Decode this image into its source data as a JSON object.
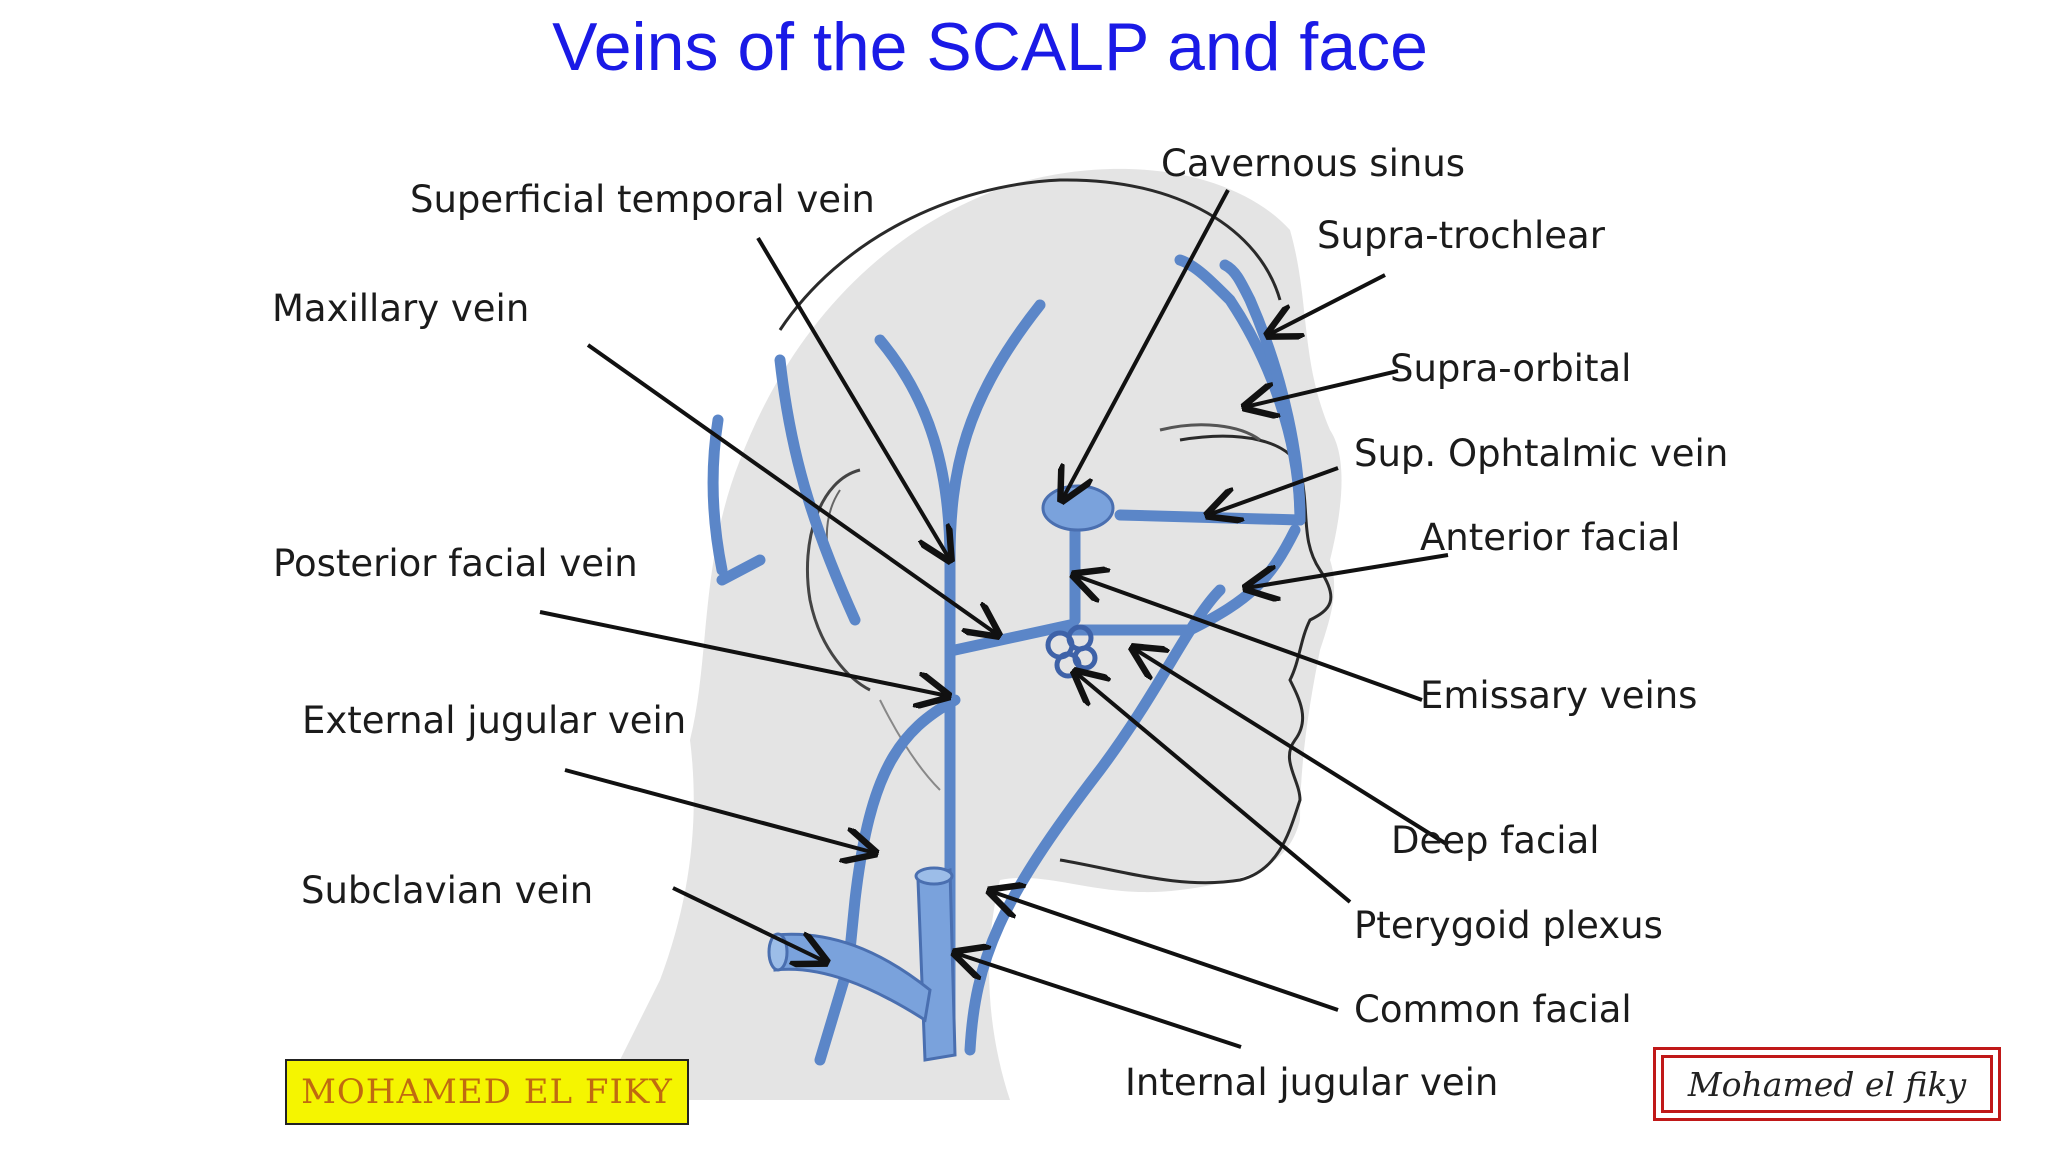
{
  "title": "Veins of the SCALP and face",
  "labels": {
    "cavernous_sinus": "Cavernous sinus",
    "superficial_temporal_vein": "Superficial temporal vein",
    "supra_trochlear": "Supra-trochlear",
    "maxillary_vein": "Maxillary vein",
    "supra_orbital": "Supra-orbital",
    "sup_ophtalmic_vein": "Sup. Ophtalmic vein",
    "anterior_facial": "Anterior facial",
    "posterior_facial_vein": "Posterior facial vein",
    "emissary_veins": "Emissary veins",
    "external_jugular_vein": "External jugular vein",
    "deep_facial": "Deep facial",
    "subclavian_vein": "Subclavian vein",
    "pterygoid_plexus": "Pterygoid plexus",
    "common_facial": "Common facial",
    "internal_jugular_vein": "Internal jugular vein"
  },
  "watermarks": {
    "left": "MOHAMED EL FIKY",
    "right": "Mohamed el fiky"
  },
  "colors": {
    "title": "#1a1ae6",
    "vein": "#5b86c8",
    "outline": "#2a2a2a",
    "badge_left_bg": "#f5f500",
    "badge_right_border": "#c01818"
  }
}
